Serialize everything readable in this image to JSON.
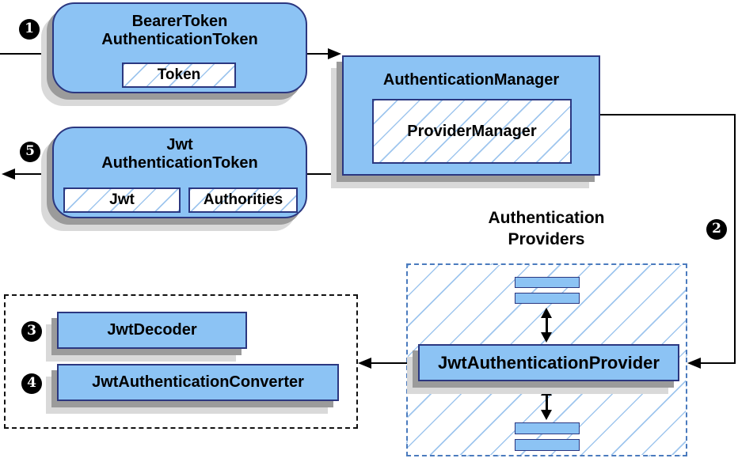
{
  "diagram": {
    "steps": {
      "s1": "1",
      "s2": "2",
      "s3": "3",
      "s4": "4",
      "s5": "5"
    },
    "bearer_token_box": {
      "title_line1": "BearerToken",
      "title_line2": "AuthenticationToken",
      "token_label": "Token"
    },
    "authentication_manager_box": {
      "title": "AuthenticationManager",
      "provider_manager_label": "ProviderManager"
    },
    "jwt_token_box": {
      "title_line1": "Jwt",
      "title_line2": "AuthenticationToken",
      "jwt_label": "Jwt",
      "authorities_label": "Authorities"
    },
    "providers_group": {
      "title_line1": "Authentication",
      "title_line2": "Providers",
      "provider_label": "JwtAuthenticationProvider"
    },
    "decoder_group": {
      "decoder_label": "JwtDecoder",
      "converter_label": "JwtAuthenticationConverter"
    },
    "colors": {
      "node_fill": "#8cc3f4",
      "node_border": "#2b3780",
      "hatch_line": "#9fc6ee",
      "dashed_blue_border": "#4b7bbe",
      "dashed_black_border": "#111111",
      "shadow_dark": "#9b9b9b",
      "shadow_light": "#d9d9d9",
      "arrow": "#000000",
      "step_badge": "#000000"
    }
  }
}
